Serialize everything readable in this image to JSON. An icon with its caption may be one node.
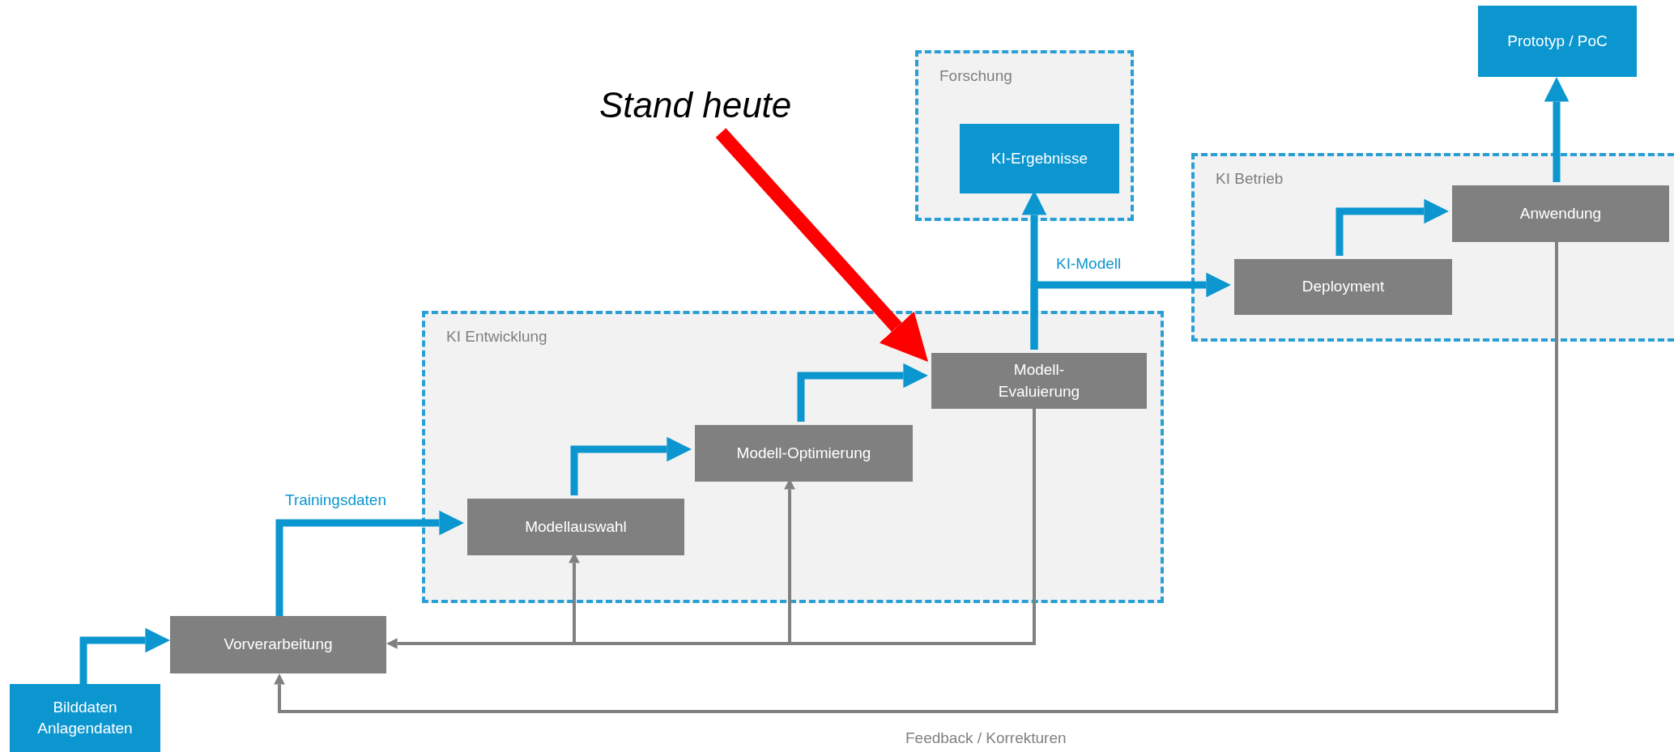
{
  "diagram": {
    "nodes": [
      {
        "text": [
          "Forschung"
        ]
      },
      {
        "text": [
          "KI-Ergebnisse"
        ],
        "in": 0
      },
      {
        "text": [
          "Prototyp / PoC"
        ]
      },
      {
        "text": [
          "Stand heute"
        ]
      },
      {
        "text": [
          "KI Betrieb"
        ]
      },
      {
        "text": [
          "Anwendung"
        ],
        "in": 4
      },
      {
        "text": [
          "Deployment"
        ],
        "in": 4
      },
      {
        "text": [
          "KI Entwicklung"
        ]
      },
      {
        "text": [
          "Modell-Evaluierung"
        ],
        "in": 7
      },
      {
        "text": [
          "Modell-Optimierung"
        ],
        "in": 7
      },
      {
        "text": [
          "Modellauswahl"
        ],
        "in": 7
      },
      {
        "text": [
          "Vorverarbeitung"
        ]
      },
      {
        "text": [
          "Bilddaten Anlagendaten"
        ]
      }
    ],
    "edges": [
      {
        "from": 12,
        "to": 11,
        "arrow": "to"
      },
      {
        "from": 11,
        "to": 10,
        "arrow": "to",
        "label": "Trainingsdaten"
      },
      {
        "from": 10,
        "to": 9,
        "arrow": "to"
      },
      {
        "from": 9,
        "to": 8,
        "arrow": "to"
      },
      {
        "from": 8,
        "to": 1,
        "arrow": "to"
      },
      {
        "from": 8,
        "to": 6,
        "arrow": "to",
        "label": "KI-Modell"
      },
      {
        "from": 6,
        "to": 5,
        "arrow": "to"
      },
      {
        "from": 5,
        "to": 2,
        "arrow": "to"
      },
      {
        "from": 8,
        "to": 11,
        "arrow": "to",
        "color": "#808080"
      },
      {
        "from": 8,
        "to": 10,
        "arrow": "to",
        "color": "#808080"
      },
      {
        "from": 8,
        "to": 9,
        "arrow": "to",
        "color": "#808080"
      },
      {
        "from": 5,
        "to": 11,
        "arrow": "to",
        "color": "#808080",
        "label": "Feedback / Korrekturen"
      },
      {
        "from": 3,
        "to": 8,
        "arrow": "to",
        "color": "#ff0000",
        "style": "thick"
      }
    ]
  }
}
